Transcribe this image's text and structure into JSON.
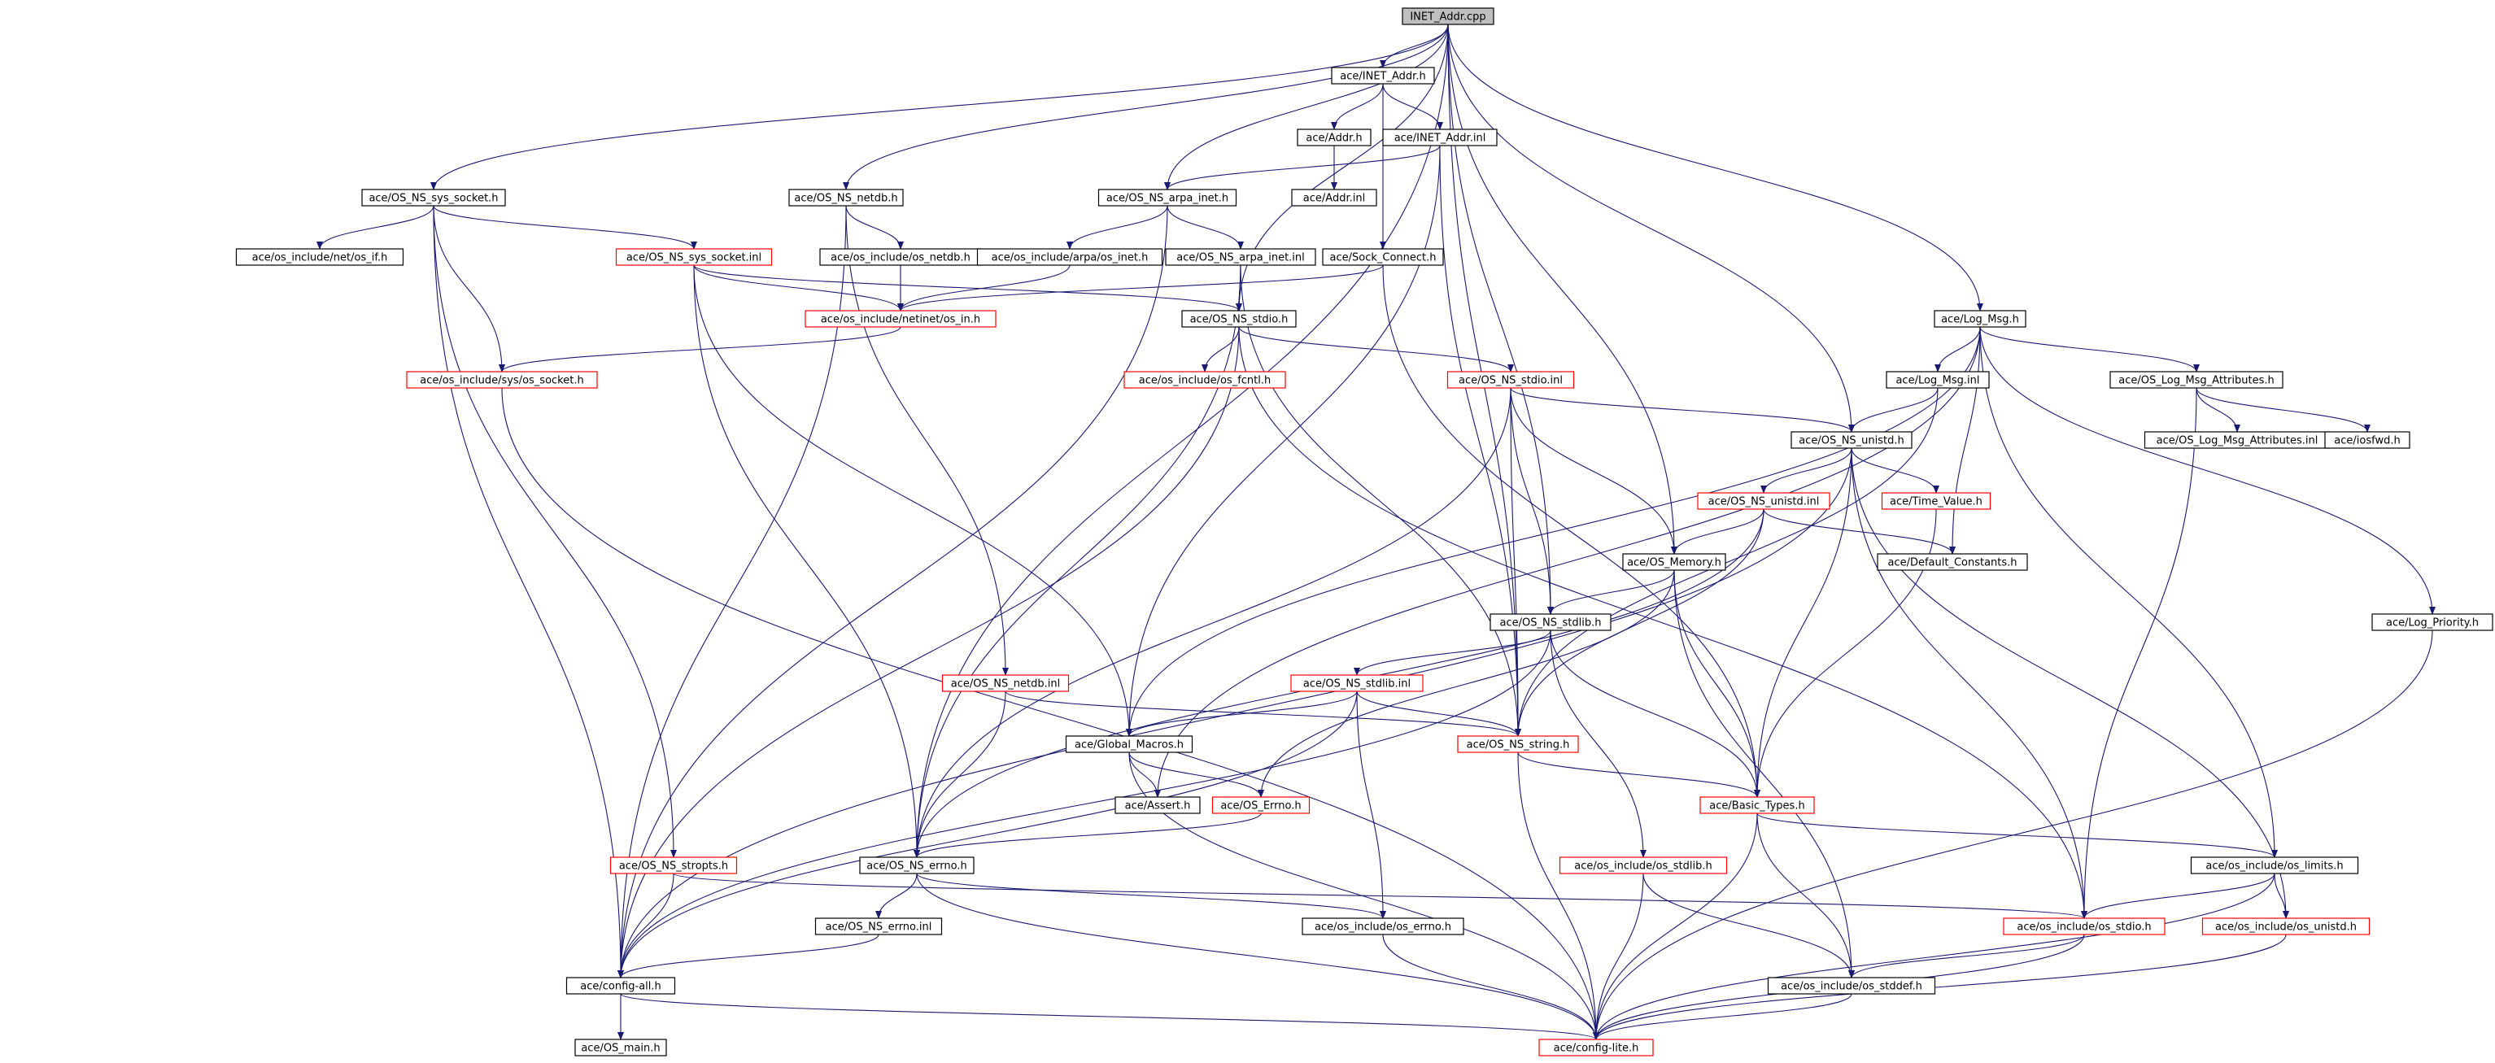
{
  "colors": {
    "edge": "#191970",
    "box_border_normal": "#000000",
    "box_border_red": "#ff0000",
    "root_fill": "#bfbfbf",
    "background": "#ffffff"
  },
  "nodes": [
    {
      "id": "root",
      "label": "INET_Addr.cpp",
      "style": "root"
    },
    {
      "id": "inet_addr_h",
      "label": "ace/INET_Addr.h",
      "style": "normal"
    },
    {
      "id": "addr_h",
      "label": "ace/Addr.h",
      "style": "normal"
    },
    {
      "id": "inet_addr_inl",
      "label": "ace/INET_Addr.inl",
      "style": "normal"
    },
    {
      "id": "addr_inl",
      "label": "ace/Addr.inl",
      "style": "normal"
    },
    {
      "id": "os_ns_sys_socket_h",
      "label": "ace/OS_NS_sys_socket.h",
      "style": "normal"
    },
    {
      "id": "os_ns_netdb_h",
      "label": "ace/OS_NS_netdb.h",
      "style": "normal"
    },
    {
      "id": "os_ns_arpa_inet_h",
      "label": "ace/OS_NS_arpa_inet.h",
      "style": "normal"
    },
    {
      "id": "os_if_h",
      "label": "ace/os_include/net/os_if.h",
      "style": "normal"
    },
    {
      "id": "os_ns_sys_socket_inl",
      "label": "ace/OS_NS_sys_socket.inl",
      "style": "red"
    },
    {
      "id": "os_netdb_h",
      "label": "ace/os_include/os_netdb.h",
      "style": "normal"
    },
    {
      "id": "arpa_inet_h",
      "label": "ace/os_include/arpa/os_inet.h",
      "style": "normal"
    },
    {
      "id": "os_ns_arpa_inet_inl",
      "label": "ace/OS_NS_arpa_inet.inl",
      "style": "normal"
    },
    {
      "id": "sock_connect_h",
      "label": "ace/Sock_Connect.h",
      "style": "normal"
    },
    {
      "id": "netinet_in_h",
      "label": "ace/os_include/netinet/os_in.h",
      "style": "red"
    },
    {
      "id": "os_ns_stdio_h",
      "label": "ace/OS_NS_stdio.h",
      "style": "normal"
    },
    {
      "id": "log_msg_h",
      "label": "ace/Log_Msg.h",
      "style": "normal"
    },
    {
      "id": "sys_os_socket_h",
      "label": "ace/os_include/sys/os_socket.h",
      "style": "red"
    },
    {
      "id": "os_fcntl_h",
      "label": "ace/os_include/os_fcntl.h",
      "style": "red"
    },
    {
      "id": "os_ns_stdio_inl",
      "label": "ace/OS_NS_stdio.inl",
      "style": "red"
    },
    {
      "id": "log_msg_inl",
      "label": "ace/Log_Msg.inl",
      "style": "normal"
    },
    {
      "id": "os_log_msg_attributes_h",
      "label": "ace/OS_Log_Msg_Attributes.h",
      "style": "normal"
    },
    {
      "id": "os_ns_unistd_h",
      "label": "ace/OS_NS_unistd.h",
      "style": "normal"
    },
    {
      "id": "os_log_msg_attributes_inl",
      "label": "ace/OS_Log_Msg_Attributes.inl",
      "style": "normal"
    },
    {
      "id": "iosfwd_h",
      "label": "ace/iosfwd.h",
      "style": "normal"
    },
    {
      "id": "os_ns_unistd_inl",
      "label": "ace/OS_NS_unistd.inl",
      "style": "red"
    },
    {
      "id": "time_value_h",
      "label": "ace/Time_Value.h",
      "style": "red"
    },
    {
      "id": "os_memory_h",
      "label": "ace/OS_Memory.h",
      "style": "normal"
    },
    {
      "id": "default_constants_h",
      "label": "ace/Default_Constants.h",
      "style": "normal"
    },
    {
      "id": "os_ns_stdlib_h",
      "label": "ace/OS_NS_stdlib.h",
      "style": "normal"
    },
    {
      "id": "log_priority_h",
      "label": "ace/Log_Priority.h",
      "style": "normal"
    },
    {
      "id": "os_ns_netdb_inl",
      "label": "ace/OS_NS_netdb.inl",
      "style": "red"
    },
    {
      "id": "os_ns_stdlib_inl",
      "label": "ace/OS_NS_stdlib.inl",
      "style": "red"
    },
    {
      "id": "global_macros_h",
      "label": "ace/Global_Macros.h",
      "style": "normal"
    },
    {
      "id": "os_ns_string_h",
      "label": "ace/OS_NS_string.h",
      "style": "red"
    },
    {
      "id": "assert_h",
      "label": "ace/Assert.h",
      "style": "normal"
    },
    {
      "id": "os_errno_h",
      "label": "ace/OS_Errno.h",
      "style": "red"
    },
    {
      "id": "basic_types_h",
      "label": "ace/Basic_Types.h",
      "style": "red"
    },
    {
      "id": "os_ns_stropts_h",
      "label": "ace/OS_NS_stropts.h",
      "style": "red"
    },
    {
      "id": "os_ns_errno_h",
      "label": "ace/OS_NS_errno.h",
      "style": "normal"
    },
    {
      "id": "os_stdlib_h",
      "label": "ace/os_include/os_stdlib.h",
      "style": "red"
    },
    {
      "id": "os_limits_h",
      "label": "ace/os_include/os_limits.h",
      "style": "normal"
    },
    {
      "id": "os_ns_errno_inl",
      "label": "ace/OS_NS_errno.inl",
      "style": "normal"
    },
    {
      "id": "os_errno_inc_h",
      "label": "ace/os_include/os_errno.h",
      "style": "normal"
    },
    {
      "id": "os_stdio_h",
      "label": "ace/os_include/os_stdio.h",
      "style": "red"
    },
    {
      "id": "os_unistd_h",
      "label": "ace/os_include/os_unistd.h",
      "style": "red"
    },
    {
      "id": "config_all_h",
      "label": "ace/config-all.h",
      "style": "normal"
    },
    {
      "id": "os_stddef_h",
      "label": "ace/os_include/os_stddef.h",
      "style": "normal"
    },
    {
      "id": "os_main_h",
      "label": "ace/OS_main.h",
      "style": "normal"
    },
    {
      "id": "config_lite_h",
      "label": "ace/config-lite.h",
      "style": "red"
    }
  ],
  "edges": [
    [
      "root",
      "inet_addr_h"
    ],
    [
      "root",
      "os_ns_sys_socket_h"
    ],
    [
      "root",
      "os_ns_netdb_h"
    ],
    [
      "root",
      "os_ns_arpa_inet_h"
    ],
    [
      "root",
      "os_ns_stdio_h"
    ],
    [
      "root",
      "os_ns_errno_h"
    ],
    [
      "root",
      "os_memory_h"
    ],
    [
      "root",
      "os_ns_unistd_h"
    ],
    [
      "root",
      "log_msg_h"
    ],
    [
      "root",
      "os_ns_stdlib_h"
    ],
    [
      "root",
      "os_ns_string_h"
    ],
    [
      "inet_addr_h",
      "addr_h"
    ],
    [
      "inet_addr_h",
      "inet_addr_inl"
    ],
    [
      "inet_addr_h",
      "sock_connect_h"
    ],
    [
      "addr_h",
      "addr_inl"
    ],
    [
      "inet_addr_inl",
      "os_ns_arpa_inet_h"
    ],
    [
      "inet_addr_inl",
      "global_macros_h"
    ],
    [
      "inet_addr_inl",
      "os_ns_string_h"
    ],
    [
      "os_ns_sys_socket_h",
      "os_if_h"
    ],
    [
      "os_ns_sys_socket_h",
      "os_ns_sys_socket_inl"
    ],
    [
      "os_ns_sys_socket_h",
      "sys_os_socket_h"
    ],
    [
      "os_ns_sys_socket_h",
      "os_ns_stropts_h"
    ],
    [
      "os_ns_sys_socket_h",
      "config_all_h"
    ],
    [
      "os_ns_sys_socket_inl",
      "netinet_in_h"
    ],
    [
      "os_ns_sys_socket_inl",
      "os_ns_stdio_h"
    ],
    [
      "os_ns_sys_socket_inl",
      "global_macros_h"
    ],
    [
      "os_ns_sys_socket_inl",
      "os_ns_errno_h"
    ],
    [
      "os_ns_netdb_h",
      "os_netdb_h"
    ],
    [
      "os_ns_netdb_h",
      "os_ns_netdb_inl"
    ],
    [
      "os_ns_netdb_h",
      "config_all_h"
    ],
    [
      "os_netdb_h",
      "netinet_in_h"
    ],
    [
      "os_ns_arpa_inet_h",
      "arpa_inet_h"
    ],
    [
      "os_ns_arpa_inet_h",
      "os_ns_arpa_inet_inl"
    ],
    [
      "os_ns_arpa_inet_h",
      "config_all_h"
    ],
    [
      "arpa_inet_h",
      "netinet_in_h"
    ],
    [
      "os_ns_arpa_inet_inl",
      "os_ns_stdio_h"
    ],
    [
      "os_ns_arpa_inet_inl",
      "os_ns_errno_h"
    ],
    [
      "os_ns_arpa_inet_inl",
      "os_ns_string_h"
    ],
    [
      "sock_connect_h",
      "netinet_in_h"
    ],
    [
      "sock_connect_h",
      "basic_types_h"
    ],
    [
      "netinet_in_h",
      "sys_os_socket_h"
    ],
    [
      "sys_os_socket_h",
      "config_lite_h"
    ],
    [
      "os_ns_stdio_h",
      "os_fcntl_h"
    ],
    [
      "os_ns_stdio_h",
      "os_ns_stdio_inl"
    ],
    [
      "os_ns_stdio_h",
      "config_all_h"
    ],
    [
      "os_ns_stdio_h",
      "os_stdio_h"
    ],
    [
      "os_ns_stdio_inl",
      "os_ns_unistd_h"
    ],
    [
      "os_ns_stdio_inl",
      "os_memory_h"
    ],
    [
      "os_ns_stdio_inl",
      "os_ns_stdlib_h"
    ],
    [
      "os_ns_stdio_inl",
      "os_ns_errno_h"
    ],
    [
      "os_ns_stdio_inl",
      "os_ns_string_h"
    ],
    [
      "log_msg_h",
      "log_msg_inl"
    ],
    [
      "log_msg_h",
      "os_log_msg_attributes_h"
    ],
    [
      "log_msg_h",
      "default_constants_h"
    ],
    [
      "log_msg_h",
      "log_priority_h"
    ],
    [
      "log_msg_h",
      "global_macros_h"
    ],
    [
      "log_msg_h",
      "os_limits_h"
    ],
    [
      "log_msg_h",
      "assert_h"
    ],
    [
      "log_msg_inl",
      "os_ns_unistd_h"
    ],
    [
      "log_msg_inl",
      "os_ns_string_h"
    ],
    [
      "os_log_msg_attributes_h",
      "os_log_msg_attributes_inl"
    ],
    [
      "os_log_msg_attributes_h",
      "iosfwd_h"
    ],
    [
      "os_log_msg_attributes_h",
      "os_stdio_h"
    ],
    [
      "os_ns_unistd_h",
      "os_ns_unistd_inl"
    ],
    [
      "os_ns_unistd_h",
      "time_value_h"
    ],
    [
      "os_ns_unistd_h",
      "basic_types_h"
    ],
    [
      "os_ns_unistd_h",
      "os_unistd_h"
    ],
    [
      "os_ns_unistd_h",
      "config_all_h"
    ],
    [
      "os_ns_unistd_h",
      "os_stdio_h"
    ],
    [
      "os_ns_unistd_inl",
      "os_memory_h"
    ],
    [
      "os_ns_unistd_inl",
      "default_constants_h"
    ],
    [
      "os_ns_unistd_inl",
      "os_ns_errno_h"
    ],
    [
      "os_ns_unistd_inl",
      "os_ns_string_h"
    ],
    [
      "time_value_h",
      "basic_types_h"
    ],
    [
      "os_memory_h",
      "os_ns_stdlib_h"
    ],
    [
      "os_memory_h",
      "os_errno_h"
    ],
    [
      "os_memory_h",
      "basic_types_h"
    ],
    [
      "os_memory_h",
      "os_stddef_h"
    ],
    [
      "os_ns_stdlib_h",
      "os_ns_stdlib_inl"
    ],
    [
      "os_ns_stdlib_h",
      "basic_types_h"
    ],
    [
      "os_ns_stdlib_h",
      "os_stdlib_h"
    ],
    [
      "os_ns_stdlib_h",
      "config_all_h"
    ],
    [
      "log_priority_h",
      "config_lite_h"
    ],
    [
      "os_ns_netdb_inl",
      "os_ns_string_h"
    ],
    [
      "os_ns_netdb_inl",
      "os_ns_errno_h"
    ],
    [
      "os_ns_stdlib_inl",
      "global_macros_h"
    ],
    [
      "os_ns_stdlib_inl",
      "os_ns_string_h"
    ],
    [
      "os_ns_stdlib_inl",
      "os_errno_inc_h"
    ],
    [
      "os_ns_stdlib_inl",
      "config_all_h"
    ],
    [
      "global_macros_h",
      "assert_h"
    ],
    [
      "global_macros_h",
      "os_errno_h"
    ],
    [
      "global_macros_h",
      "config_lite_h"
    ],
    [
      "os_ns_string_h",
      "basic_types_h"
    ],
    [
      "os_ns_string_h",
      "config_lite_h"
    ],
    [
      "os_errno_h",
      "os_ns_errno_h"
    ],
    [
      "basic_types_h",
      "os_limits_h"
    ],
    [
      "basic_types_h",
      "os_stddef_h"
    ],
    [
      "basic_types_h",
      "config_lite_h"
    ],
    [
      "os_ns_stropts_h",
      "config_all_h"
    ],
    [
      "os_ns_stropts_h",
      "os_stdio_h"
    ],
    [
      "os_ns_errno_h",
      "os_ns_errno_inl"
    ],
    [
      "os_ns_errno_h",
      "os_errno_inc_h"
    ],
    [
      "os_ns_errno_h",
      "config_lite_h"
    ],
    [
      "os_stdlib_h",
      "os_stddef_h"
    ],
    [
      "os_stdlib_h",
      "config_lite_h"
    ],
    [
      "os_limits_h",
      "os_stdio_h"
    ],
    [
      "os_limits_h",
      "os_unistd_h"
    ],
    [
      "os_limits_h",
      "config_lite_h"
    ],
    [
      "os_ns_errno_inl",
      "config_all_h"
    ],
    [
      "os_errno_inc_h",
      "config_lite_h"
    ],
    [
      "os_stdio_h",
      "os_stddef_h"
    ],
    [
      "os_stdio_h",
      "config_lite_h"
    ],
    [
      "os_unistd_h",
      "config_lite_h"
    ],
    [
      "config_all_h",
      "os_main_h"
    ],
    [
      "config_all_h",
      "config_lite_h"
    ],
    [
      "os_stddef_h",
      "config_lite_h"
    ]
  ]
}
